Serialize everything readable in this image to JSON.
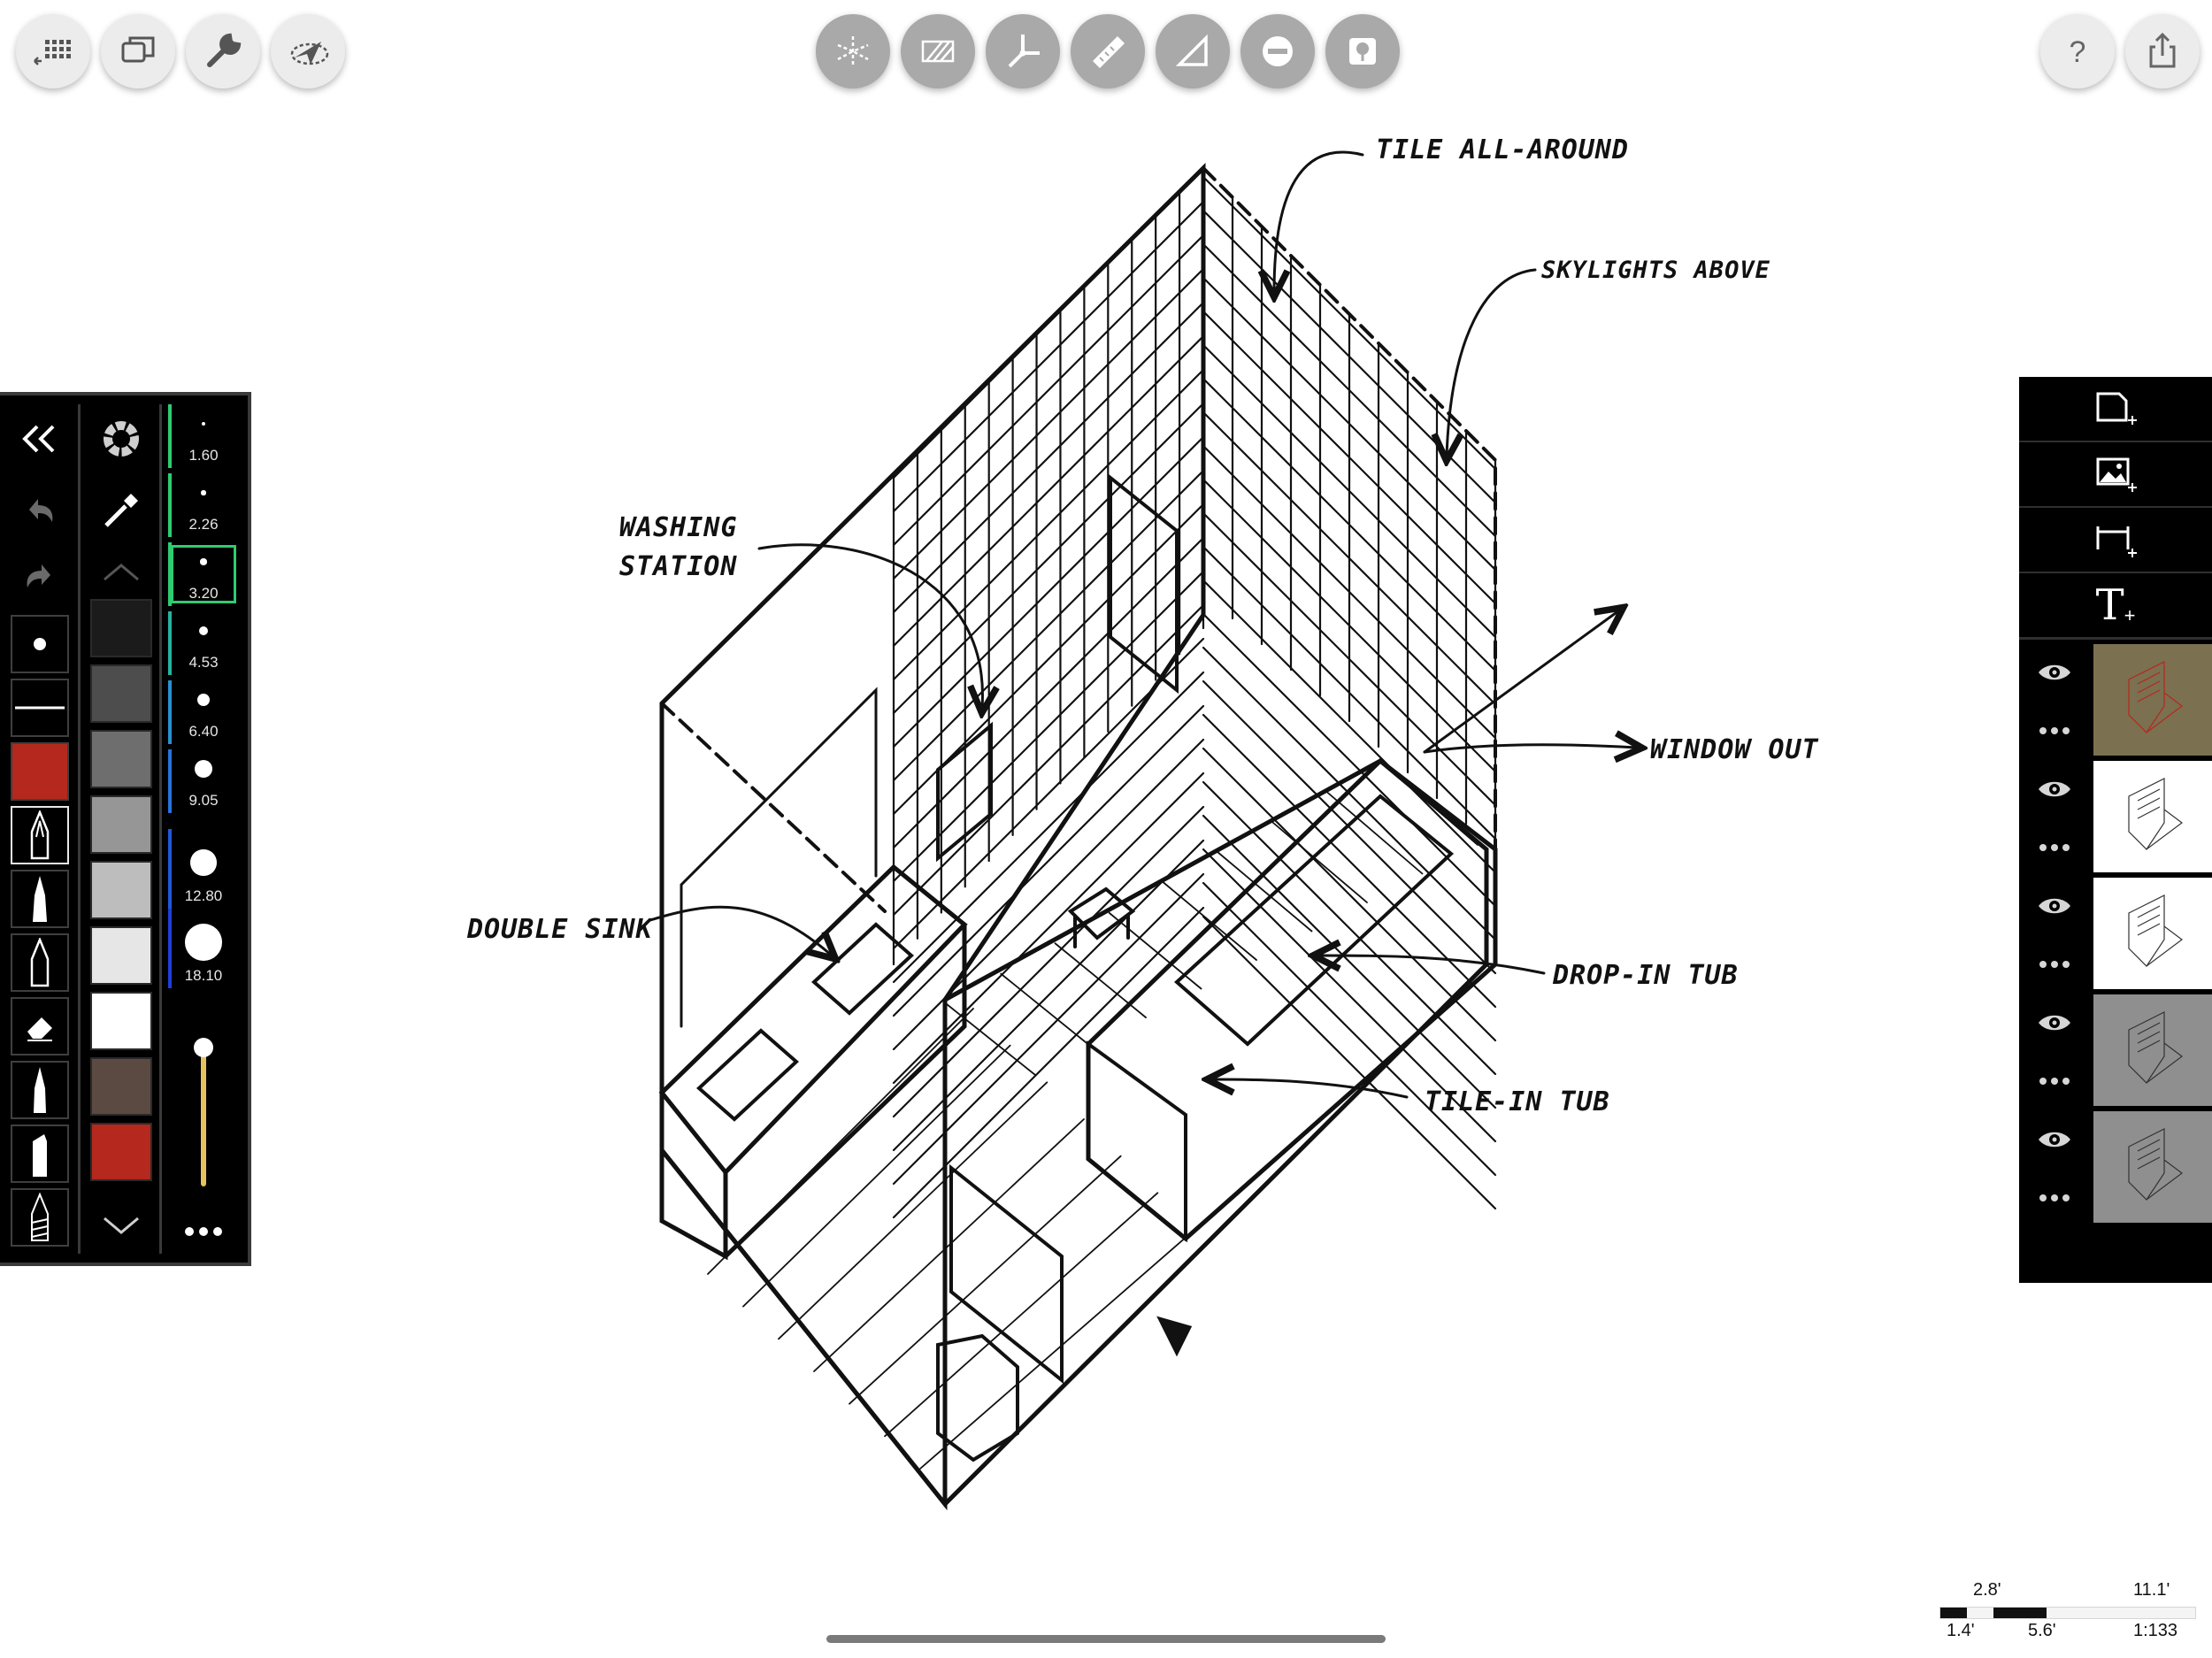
{
  "top_left_buttons": [
    {
      "name": "gallery-icon"
    },
    {
      "name": "layers-duplicate-icon"
    },
    {
      "name": "wrench-icon"
    },
    {
      "name": "lasso-select-icon"
    }
  ],
  "top_center_buttons": [
    {
      "name": "perspective-grid-icon"
    },
    {
      "name": "hatch-fill-icon"
    },
    {
      "name": "axis-icon"
    },
    {
      "name": "ruler-icon"
    },
    {
      "name": "angle-icon"
    },
    {
      "name": "level-icon"
    },
    {
      "name": "tree-stamp-icon"
    }
  ],
  "top_right_buttons": [
    {
      "name": "help-icon"
    },
    {
      "name": "share-icon"
    }
  ],
  "annotations": {
    "tile_all_around": "TILE ALL-AROUND",
    "skylights_above": "SKYLIGHTS ABOVE",
    "washing_station": "WASHING\nSTATION",
    "window_out": "WINDOW OUT",
    "double_sink": "DOUBLE SINK",
    "drop_in_tub": "DROP-IN TUB",
    "tile_in_tub": "TILE-IN TUB"
  },
  "left_panel": {
    "tools": [
      {
        "name": "collapse-icon",
        "kind": "collapse"
      },
      {
        "name": "undo-icon",
        "kind": "undo"
      },
      {
        "name": "redo-icon",
        "kind": "redo"
      },
      {
        "name": "dot-brush-icon",
        "kind": "dot"
      },
      {
        "name": "line-brush-icon",
        "kind": "line"
      },
      {
        "name": "red-color-tool-icon",
        "kind": "red"
      },
      {
        "name": "technical-pen-icon",
        "kind": "pen",
        "active": true
      },
      {
        "name": "fine-pen-icon",
        "kind": "pen2"
      },
      {
        "name": "marker-pen-icon",
        "kind": "pen3"
      },
      {
        "name": "eraser-icon",
        "kind": "eraser"
      },
      {
        "name": "pencil-icon",
        "kind": "pen4"
      },
      {
        "name": "chisel-marker-icon",
        "kind": "chisel"
      },
      {
        "name": "hatch-brush-icon",
        "kind": "hatch"
      }
    ],
    "swatches": [
      "#1b1b1b",
      "#4d4d4d",
      "#6e6e6e",
      "#969696",
      "#bdbdbd",
      "#e6e6e6",
      "#ffffff",
      "#5b4a41",
      "#b5281d"
    ],
    "sizes": [
      "1.60",
      "2.26",
      "3.20",
      "4.53",
      "6.40",
      "9.05",
      "12.80",
      "18.10"
    ],
    "selected_size": "3.20",
    "opacity": 1.0
  },
  "right_panel": {
    "actions": [
      {
        "name": "add-page-icon"
      },
      {
        "name": "add-image-icon"
      },
      {
        "name": "add-dimension-icon"
      },
      {
        "name": "add-text-icon",
        "label": "T"
      }
    ],
    "layers": [
      {
        "visible": true,
        "tint": "#7b7050"
      },
      {
        "visible": true,
        "tint": "#ffffff"
      },
      {
        "visible": true,
        "tint": "#ffffff"
      },
      {
        "visible": true,
        "tint": "#8f8f8f"
      },
      {
        "visible": true,
        "tint": "#8f8f8f"
      }
    ]
  },
  "scale": {
    "top_a": "2.8'",
    "top_b": "11.1'",
    "bot_a": "1.4'",
    "bot_b": "5.6'",
    "ratio": "1:133"
  },
  "colors": {
    "accent_green": "#2ecc71",
    "brush_red": "#b5281d",
    "panel_bg": "#000000"
  }
}
